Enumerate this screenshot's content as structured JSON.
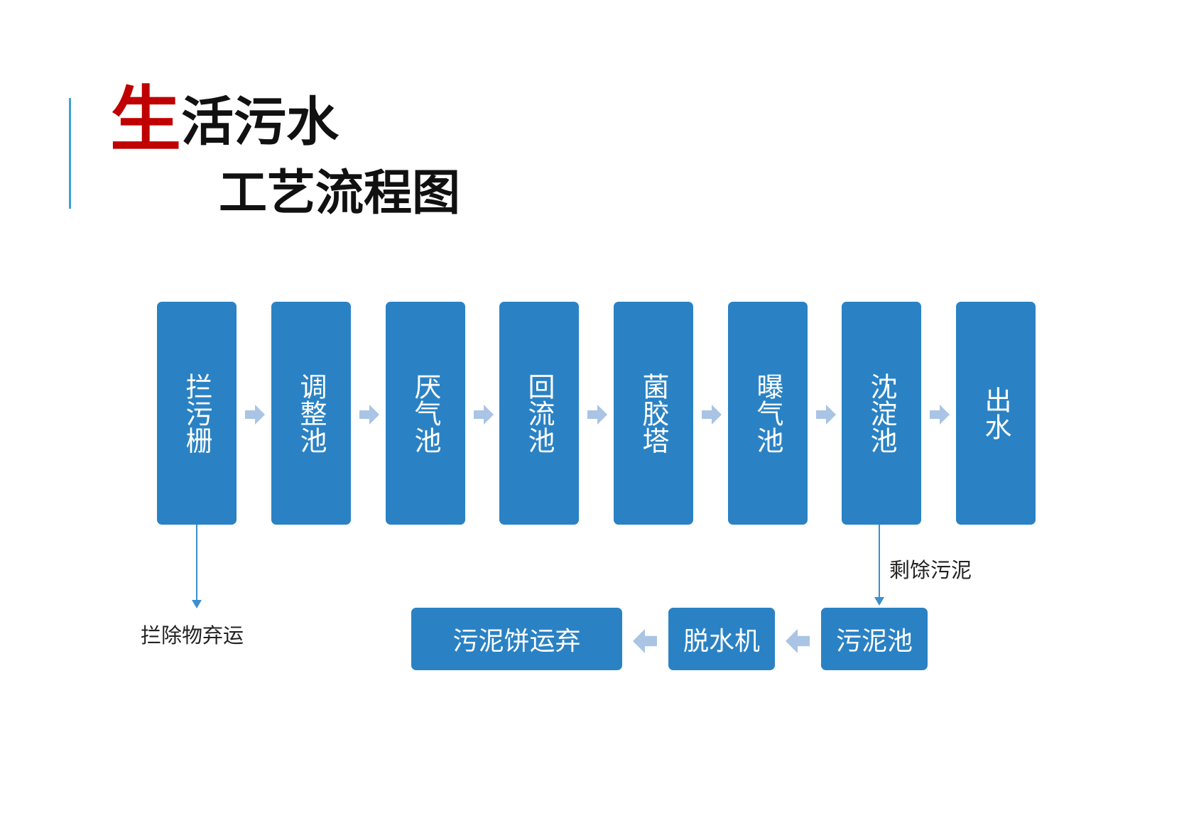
{
  "title": {
    "first_char": "生",
    "rest": "活污水",
    "line2": "工艺流程图"
  },
  "main_flow": [
    {
      "label": "拦污栅"
    },
    {
      "label": "调整池"
    },
    {
      "label": "厌气池"
    },
    {
      "label": "回流池"
    },
    {
      "label": "菌胶塔"
    },
    {
      "label": "曝气池"
    },
    {
      "label": "沈淀池"
    },
    {
      "label": "出水"
    }
  ],
  "sludge_flow": [
    {
      "label": "污泥池"
    },
    {
      "label": "脱水机"
    },
    {
      "label": "污泥饼运弃"
    }
  ],
  "notes": {
    "screen_output": "拦除物弃运",
    "excess_sludge": "剩馀污泥"
  },
  "colors": {
    "box": "#2a82c4",
    "arrow": "#a9c4e4",
    "title_accent": "#c00000",
    "side_bar": "#3ba3d4",
    "connector": "#3b8fcf"
  }
}
